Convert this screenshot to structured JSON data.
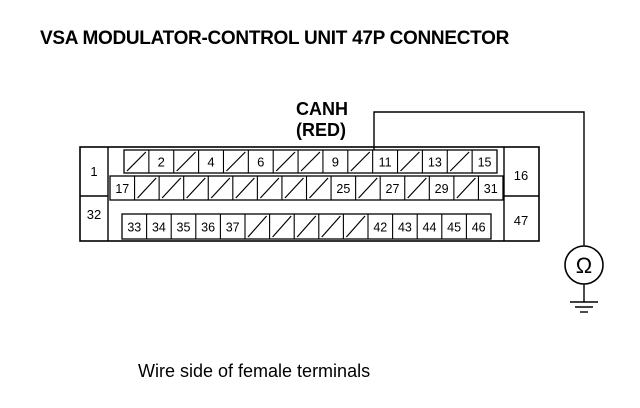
{
  "title": "VSA MODULATOR-CONTROL UNIT 47P CONNECTOR",
  "signal": {
    "name": "CANH",
    "color": "(RED)"
  },
  "caption": "Wire side of female terminals",
  "connector": {
    "left_terminals": [
      "1",
      "32"
    ],
    "right_terminals": [
      "16",
      "47"
    ],
    "top_row": [
      "",
      "2",
      "",
      "4",
      "",
      "6",
      "",
      "",
      "9",
      "",
      "11",
      "",
      "13",
      "",
      "15"
    ],
    "middle_row": [
      "17",
      "",
      "",
      "",
      "",
      "",
      "",
      "",
      "",
      "25",
      "",
      "27",
      "",
      "29",
      "",
      "31"
    ],
    "bottom_row": [
      "33",
      "34",
      "35",
      "36",
      "37",
      "",
      "",
      "",
      "",
      "",
      "42",
      "43",
      "44",
      "45",
      "46"
    ],
    "probe_terminal": "11"
  },
  "meter_symbol": "Ω"
}
